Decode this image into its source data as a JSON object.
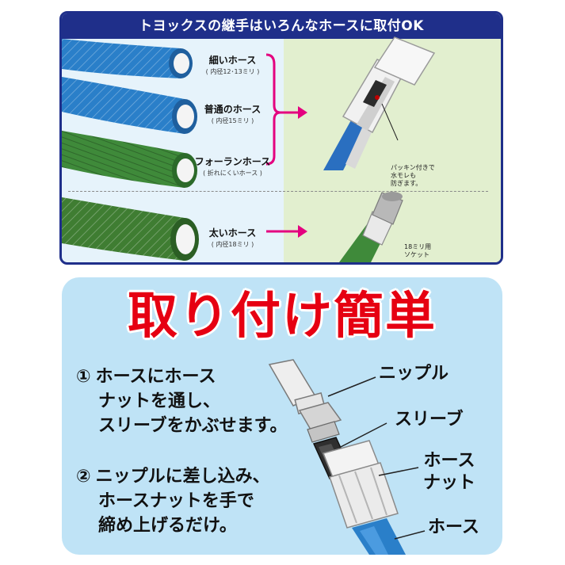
{
  "top": {
    "banner": "トヨックスの継手はいろんなホースに取付OK",
    "hoses": [
      {
        "name": "細いホース",
        "spec": "( 内径12･13ミリ )"
      },
      {
        "name": "普通のホース",
        "spec": "( 内径15ミリ )"
      },
      {
        "name": "フォーランホース",
        "spec": "( 折れにくいホース )"
      },
      {
        "name": "太いホース",
        "spec": "( 内径18ミリ )"
      }
    ],
    "packing_note": [
      "パッキン付きで",
      "水モレも",
      "防ぎます。"
    ],
    "socket_note": [
      "18ミリ用",
      "ソケット"
    ],
    "colors": {
      "banner": "#1f2f8a",
      "arrow": "#e4007f",
      "blue_hose": "#2a7fc9",
      "green_hose": "#3f8a3a"
    }
  },
  "bottom": {
    "headline": "取り付け簡単",
    "step1": {
      "num": "①",
      "lines": [
        "ホースにホース",
        "ナットを通し、",
        "スリーブをかぶせます。"
      ]
    },
    "step2": {
      "num": "②",
      "lines": [
        "ニップルに差し込み、",
        "ホースナットを手で",
        "締め上げるだけ。"
      ]
    },
    "parts": {
      "nipple": "ニップル",
      "sleeve": "スリーブ",
      "nut_line1": "ホース",
      "nut_line2": "ナット",
      "hose": "ホース"
    },
    "colors": {
      "headline": "#e60012",
      "background": "#bfe3f6"
    }
  }
}
